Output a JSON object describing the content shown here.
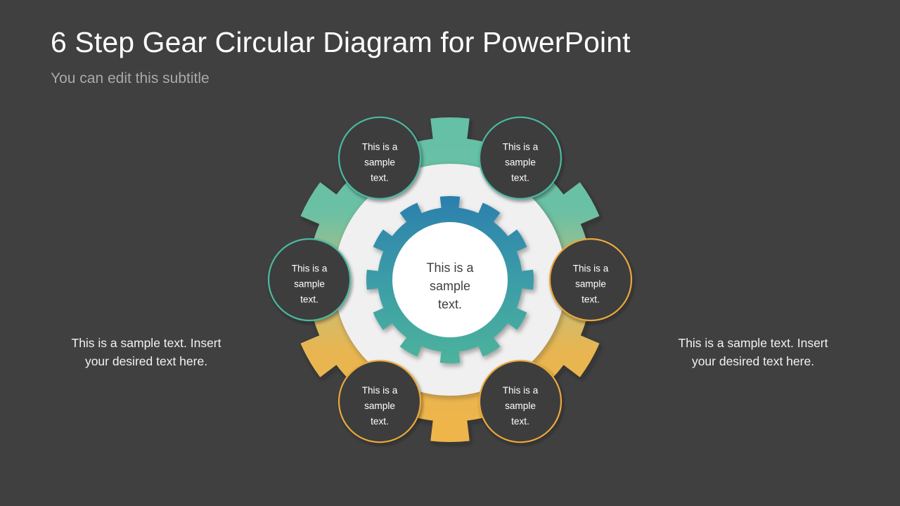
{
  "slide": {
    "background_color": "#404040",
    "title": "6 Step Gear Circular Diagram for PowerPoint",
    "subtitle": "You can edit this subtitle"
  },
  "side_notes": {
    "left": "This is a sample text. Insert your desired text here.",
    "right": "This is a sample text. Insert your desired text here."
  },
  "diagram": {
    "type": "gear-circular-6-step",
    "center": {
      "label_line1": "This  is a",
      "label_line2": "sample",
      "label_line3": "text.",
      "hub_fill": "#ffffff",
      "gear_gradient_start": "#2b7fad",
      "gear_gradient_end": "#4cb39c",
      "teeth": 12
    },
    "disc": {
      "fill": "#f0f0f0"
    },
    "outer_gear": {
      "teeth": 12,
      "gradient_top": "#64c0a6",
      "gradient_mid": "#c9c277",
      "gradient_bottom": "#efb54a"
    },
    "nodes": [
      {
        "id": "node-top-left",
        "position": "top-left",
        "line1": "This is a",
        "line2": "sample",
        "line3": "text.",
        "border_color": "#4cb9a2",
        "fill_color": "#3d3d3d"
      },
      {
        "id": "node-top-right",
        "position": "top-right",
        "line1": "This is a",
        "line2": "sample",
        "line3": "text.",
        "border_color": "#4cb9a2",
        "fill_color": "#3d3d3d"
      },
      {
        "id": "node-right",
        "position": "right",
        "line1": "This is a",
        "line2": "sample",
        "line3": "text.",
        "border_color": "#e9a83a",
        "fill_color": "#3d3d3d"
      },
      {
        "id": "node-bottom-right",
        "position": "bottom-right",
        "line1": "This is a",
        "line2": "sample",
        "line3": "text.",
        "border_color": "#e9a83a",
        "fill_color": "#3d3d3d"
      },
      {
        "id": "node-bottom-left",
        "position": "bottom-left",
        "line1": "This is a",
        "line2": "sample",
        "line3": "text.",
        "border_color": "#e9a83a",
        "fill_color": "#3d3d3d"
      },
      {
        "id": "node-left",
        "position": "left",
        "line1": "This is a",
        "line2": "sample",
        "line3": "text.",
        "border_color": "#4cb9a2",
        "fill_color": "#3d3d3d"
      }
    ]
  }
}
